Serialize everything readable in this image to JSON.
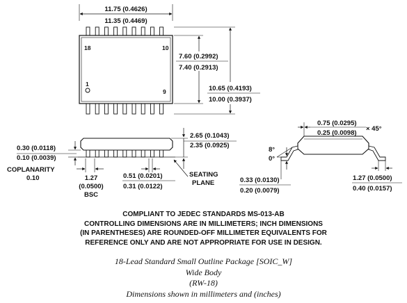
{
  "top_view": {
    "overall_width_max": "11.75 (0.4626)",
    "overall_width_min": "11.35 (0.4469)",
    "pin_18": "18",
    "pin_10": "10",
    "pin_1": "1",
    "pin_9": "9",
    "body_width_max": "7.60 (0.2992)",
    "body_width_min": "7.40 (0.2913)",
    "total_width_max": "10.65 (0.4193)",
    "total_width_min": "10.00 (0.3937)"
  },
  "side_view": {
    "standoff_max": "0.30 (0.0118)",
    "standoff_min": "0.10 (0.0039)",
    "coplanarity_label": "COPLANARITY",
    "coplanarity_value": "0.10",
    "pitch_value": "1.27",
    "pitch_inch": "(0.0500)",
    "pitch_bsc": "BSC",
    "lead_width_max": "0.51 (0.0201)",
    "lead_width_min": "0.31 (0.0122)",
    "height_max": "2.65 (0.1043)",
    "height_min": "2.35 (0.0925)",
    "seating_label_1": "SEATING",
    "seating_label_2": "PLANE"
  },
  "end_view": {
    "chamfer_max": "0.75 (0.0295)",
    "chamfer_min": "0.25 (0.0098)",
    "chamfer_angle": "× 45°",
    "angle_max": "8°",
    "angle_min": "0°",
    "lead_thick_max": "0.33 (0.0130)",
    "lead_thick_min": "0.20 (0.0079)",
    "foot_max": "1.27 (0.0500)",
    "foot_min": "0.40 (0.0157)"
  },
  "notes": [
    "COMPLIANT TO JEDEC STANDARDS MS-013-AB",
    "CONTROLLING DIMENSIONS ARE IN MILLIMETERS; INCH DIMENSIONS",
    "(IN PARENTHESES) ARE ROUNDED-OFF MILLIMETER EQUIVALENTS FOR",
    "REFERENCE ONLY AND ARE NOT APPROPRIATE FOR USE IN DESIGN."
  ],
  "caption": [
    "18-Lead Standard Small Outline Package [SOIC_W]",
    "Wide Body",
    "(RW-18)",
    "Dimensions shown in millimeters and (inches)"
  ]
}
